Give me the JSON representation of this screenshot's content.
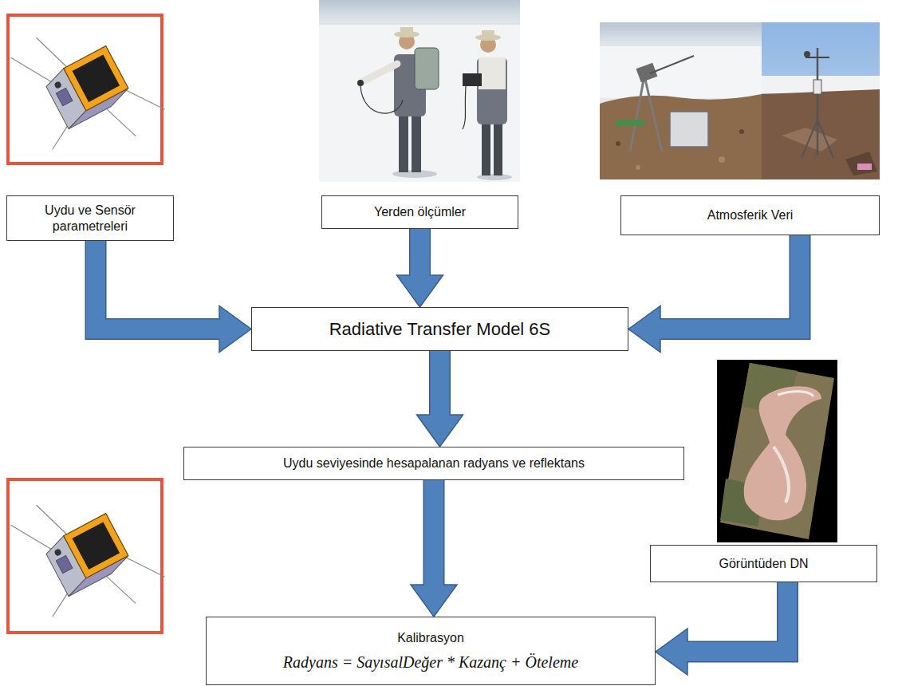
{
  "diagram": {
    "nodes": [
      {
        "text": [
          "Uydu ve Sensör parametreleri"
        ]
      },
      {
        "text": [
          "Yerden ölçümler"
        ]
      },
      {
        "text": [
          "Atmosferik Veri"
        ]
      },
      {
        "text": [
          "Radiative Transfer Model 6S"
        ]
      },
      {
        "text": [
          "Uydu seviyesinde hesapalanan radyans ve reflektans"
        ]
      },
      {
        "text": [
          "Görüntüden DN"
        ]
      },
      {
        "text": [
          "Kalibrasyon",
          "Radyans = SayısalDeğer * Kazanç + Öteleme"
        ]
      }
    ],
    "edges": [
      {
        "from": 0,
        "to": 3,
        "arrow": "to"
      },
      {
        "from": 1,
        "to": 3,
        "arrow": "to"
      },
      {
        "from": 2,
        "to": 3,
        "arrow": "to"
      },
      {
        "from": 3,
        "to": 4,
        "arrow": "to"
      },
      {
        "from": 4,
        "to": 6,
        "arrow": "to"
      },
      {
        "from": 5,
        "to": 6,
        "arrow": "to"
      }
    ]
  }
}
